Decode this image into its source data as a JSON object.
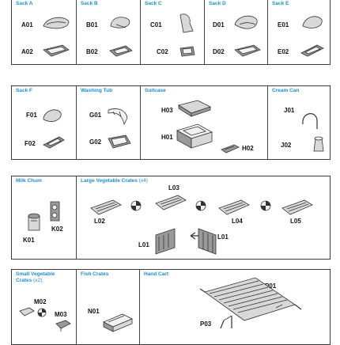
{
  "panels": {
    "sack_a": {
      "title": "Sack A",
      "parts": [
        "A01",
        "A02"
      ]
    },
    "sack_b": {
      "title": "Sack B",
      "parts": [
        "B01",
        "B02"
      ]
    },
    "sack_c": {
      "title": "Sack C",
      "parts": [
        "C01",
        "C02"
      ]
    },
    "sack_d": {
      "title": "Sack D",
      "parts": [
        "D01",
        "D02"
      ]
    },
    "sack_e": {
      "title": "Sack E",
      "parts": [
        "E01",
        "E02"
      ]
    },
    "sack_f": {
      "title": "Sack F",
      "parts": [
        "F01",
        "F02"
      ]
    },
    "washing_tub": {
      "title": "Washing Tub",
      "parts": [
        "G01",
        "G02"
      ]
    },
    "suitcase": {
      "title": "Suitcase",
      "parts": [
        "H03",
        "H01",
        "H02"
      ]
    },
    "cream_can": {
      "title": "Cream Can",
      "parts": [
        "J01",
        "J02"
      ]
    },
    "milk_chum": {
      "title": "Milk Chum",
      "parts": [
        "K01",
        "K02"
      ]
    },
    "large_crates": {
      "title": "Large Vegetable Crates",
      "qty": "(x4)",
      "parts": [
        "L03",
        "L02",
        "L04",
        "L05",
        "L01",
        "L01"
      ]
    },
    "small_crates": {
      "title": "Small Vegetable",
      "title2": "Crates",
      "qty": "(x2)",
      "parts": [
        "M02",
        "M03"
      ]
    },
    "fish_crates": {
      "title": "Fish Crates",
      "parts": [
        "N01"
      ]
    },
    "hand_cart": {
      "title": "Hand Cart",
      "parts": [
        "P01",
        "P03"
      ]
    }
  },
  "colors": {
    "title": "#1a8fd0",
    "border": "#3a3a3a"
  }
}
